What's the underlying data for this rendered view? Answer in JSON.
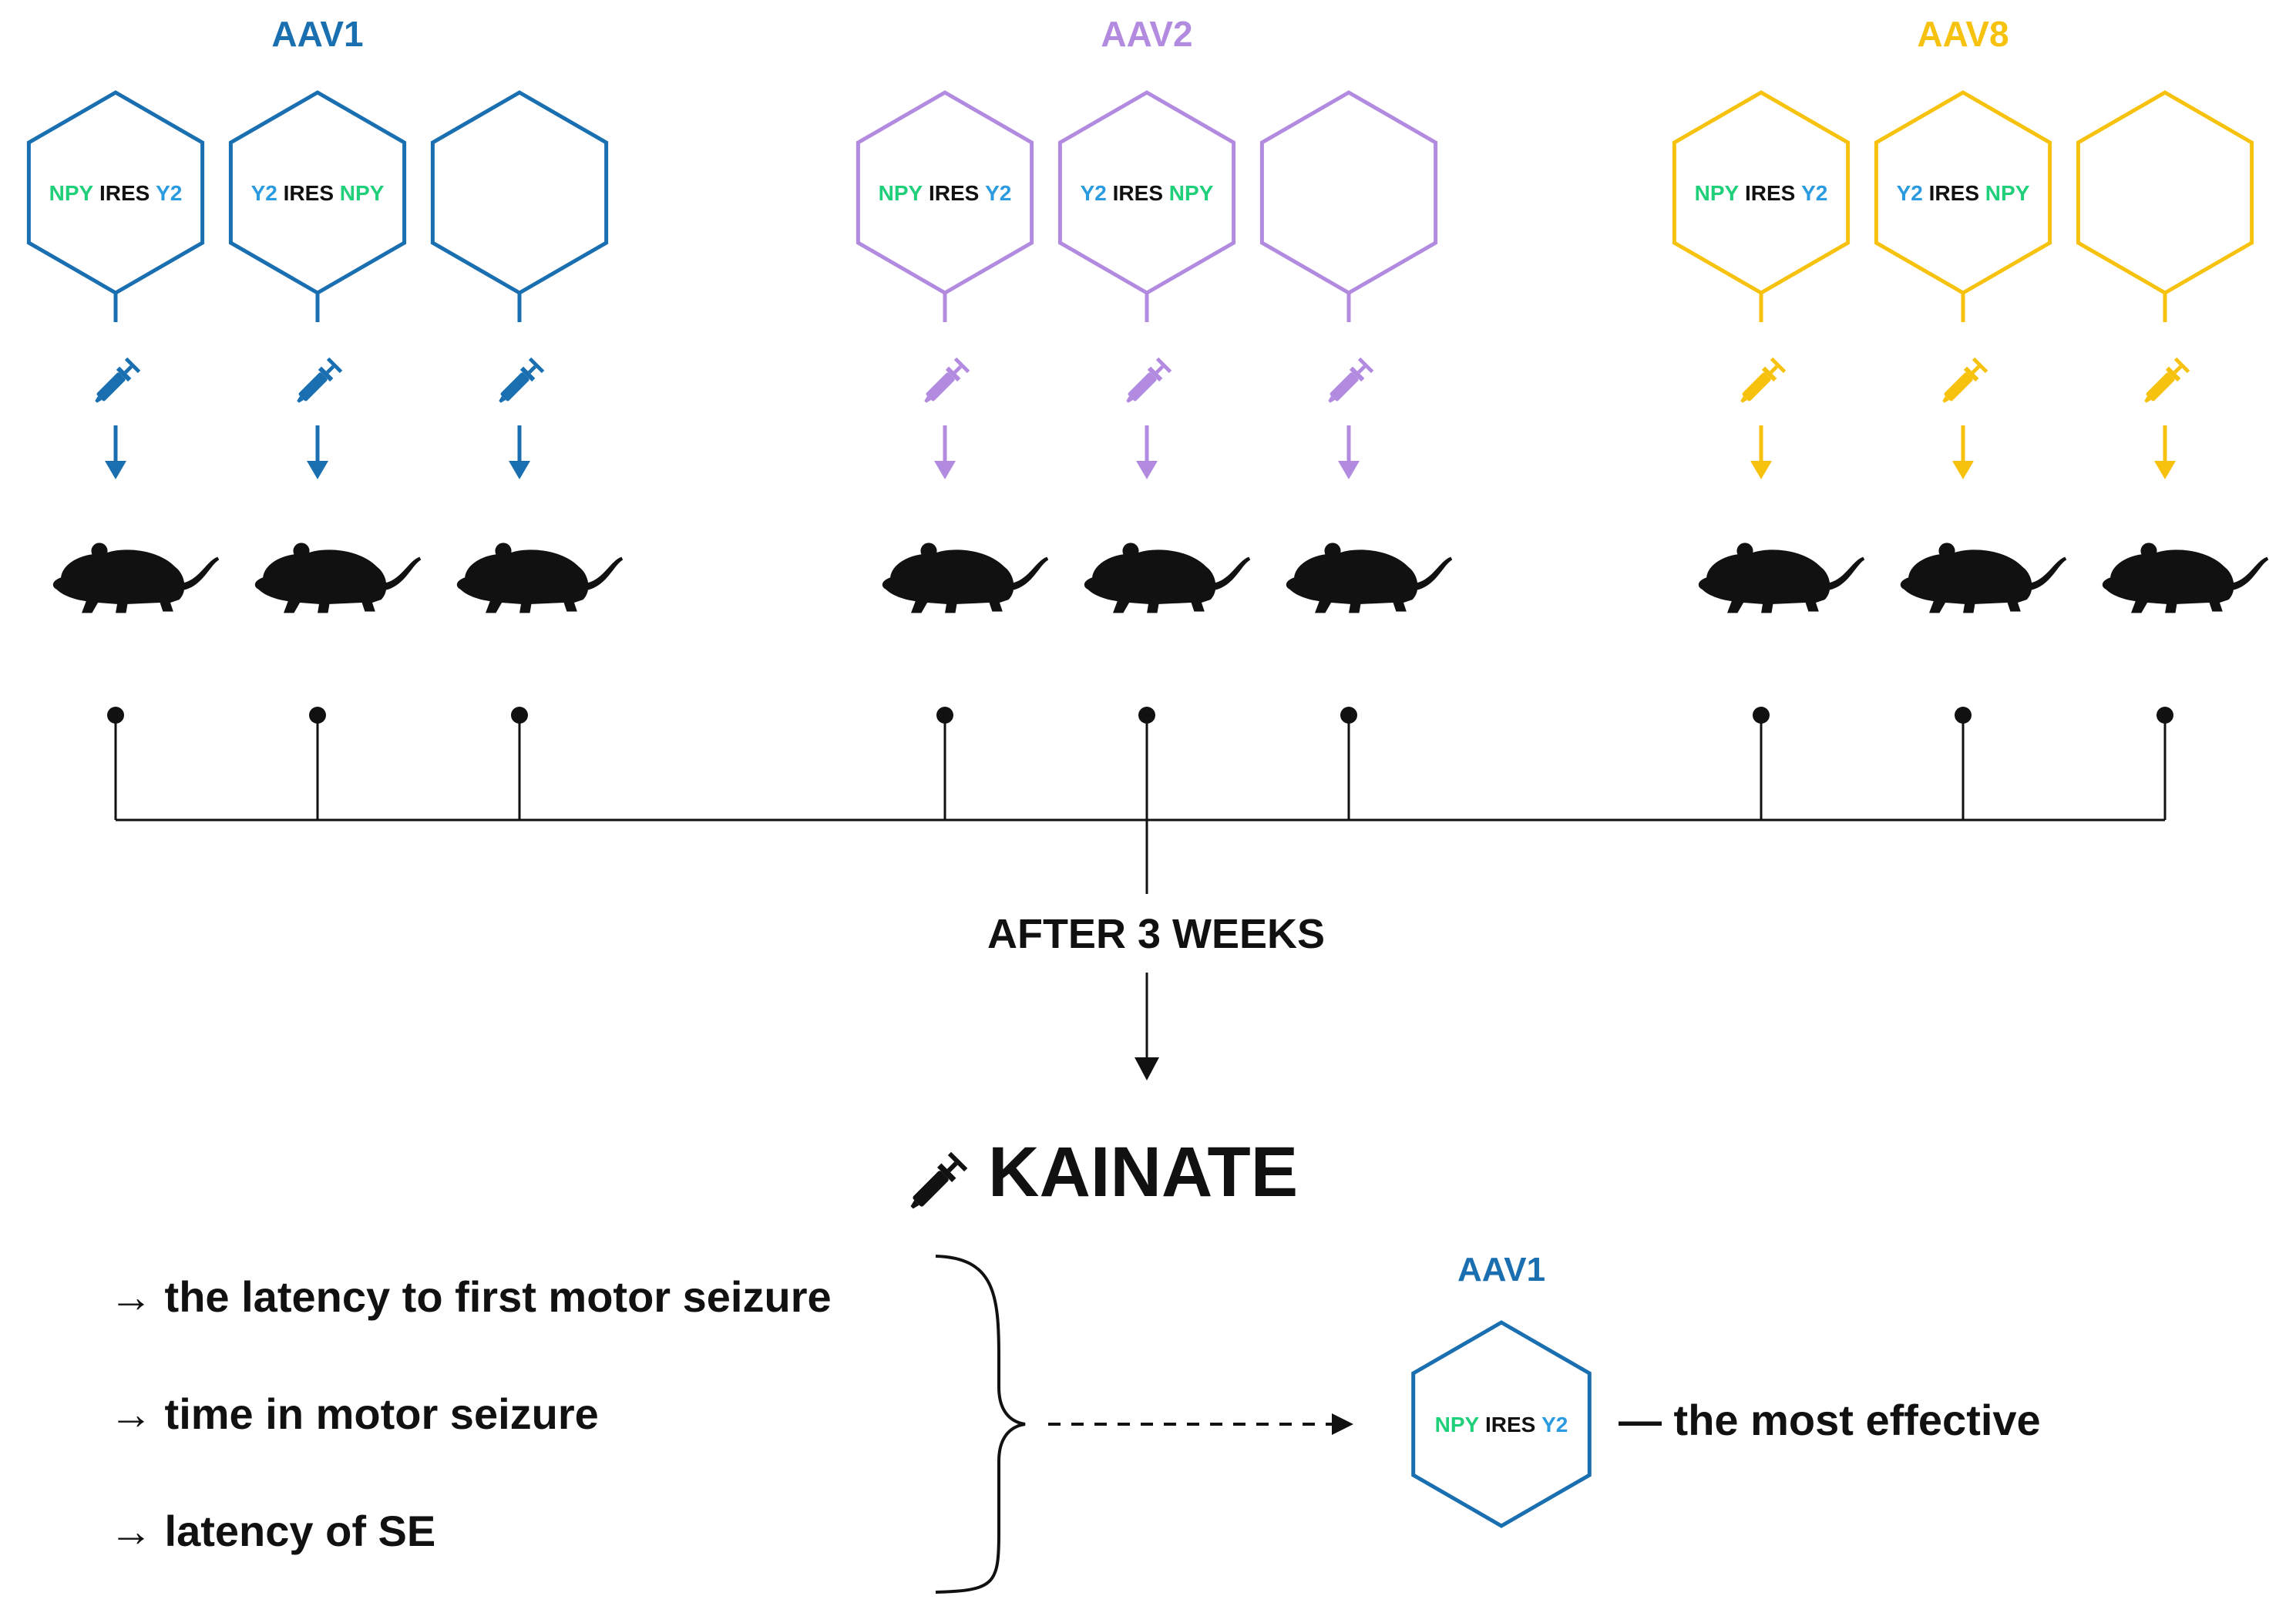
{
  "colors": {
    "aav1": "#1a6fb0",
    "aav2": "#b28be0",
    "aav8": "#f7c20e",
    "npy": "#1fcf7a",
    "y2": "#2a9be0",
    "black": "#111111"
  },
  "groups": [
    {
      "title": "AAV1",
      "color_key": "aav1",
      "vectors": [
        {
          "left": "NPY",
          "mid": "IRES",
          "right": "Y2"
        },
        {
          "left": "Y2",
          "mid": "IRES",
          "right": "NPY"
        },
        {
          "left": "",
          "mid": "",
          "right": ""
        }
      ]
    },
    {
      "title": "AAV2",
      "color_key": "aav2",
      "vectors": [
        {
          "left": "NPY",
          "mid": "IRES",
          "right": "Y2"
        },
        {
          "left": "Y2",
          "mid": "IRES",
          "right": "NPY"
        },
        {
          "left": "",
          "mid": "",
          "right": ""
        }
      ]
    },
    {
      "title": "AAV8",
      "color_key": "aav8",
      "vectors": [
        {
          "left": "NPY",
          "mid": "IRES",
          "right": "Y2"
        },
        {
          "left": "Y2",
          "mid": "IRES",
          "right": "NPY"
        },
        {
          "left": "",
          "mid": "",
          "right": ""
        }
      ]
    }
  ],
  "timeline_label": "AFTER 3 WEEKS",
  "kainate_label": "KAINATE",
  "outcomes": [
    "→ the latency to first motor seizure",
    "→ time in motor seizure",
    "→ latency of SE"
  ],
  "result": {
    "title": "AAV1",
    "vector": {
      "left": "NPY",
      "mid": "IRES",
      "right": "Y2"
    },
    "label": "— the most effective"
  }
}
